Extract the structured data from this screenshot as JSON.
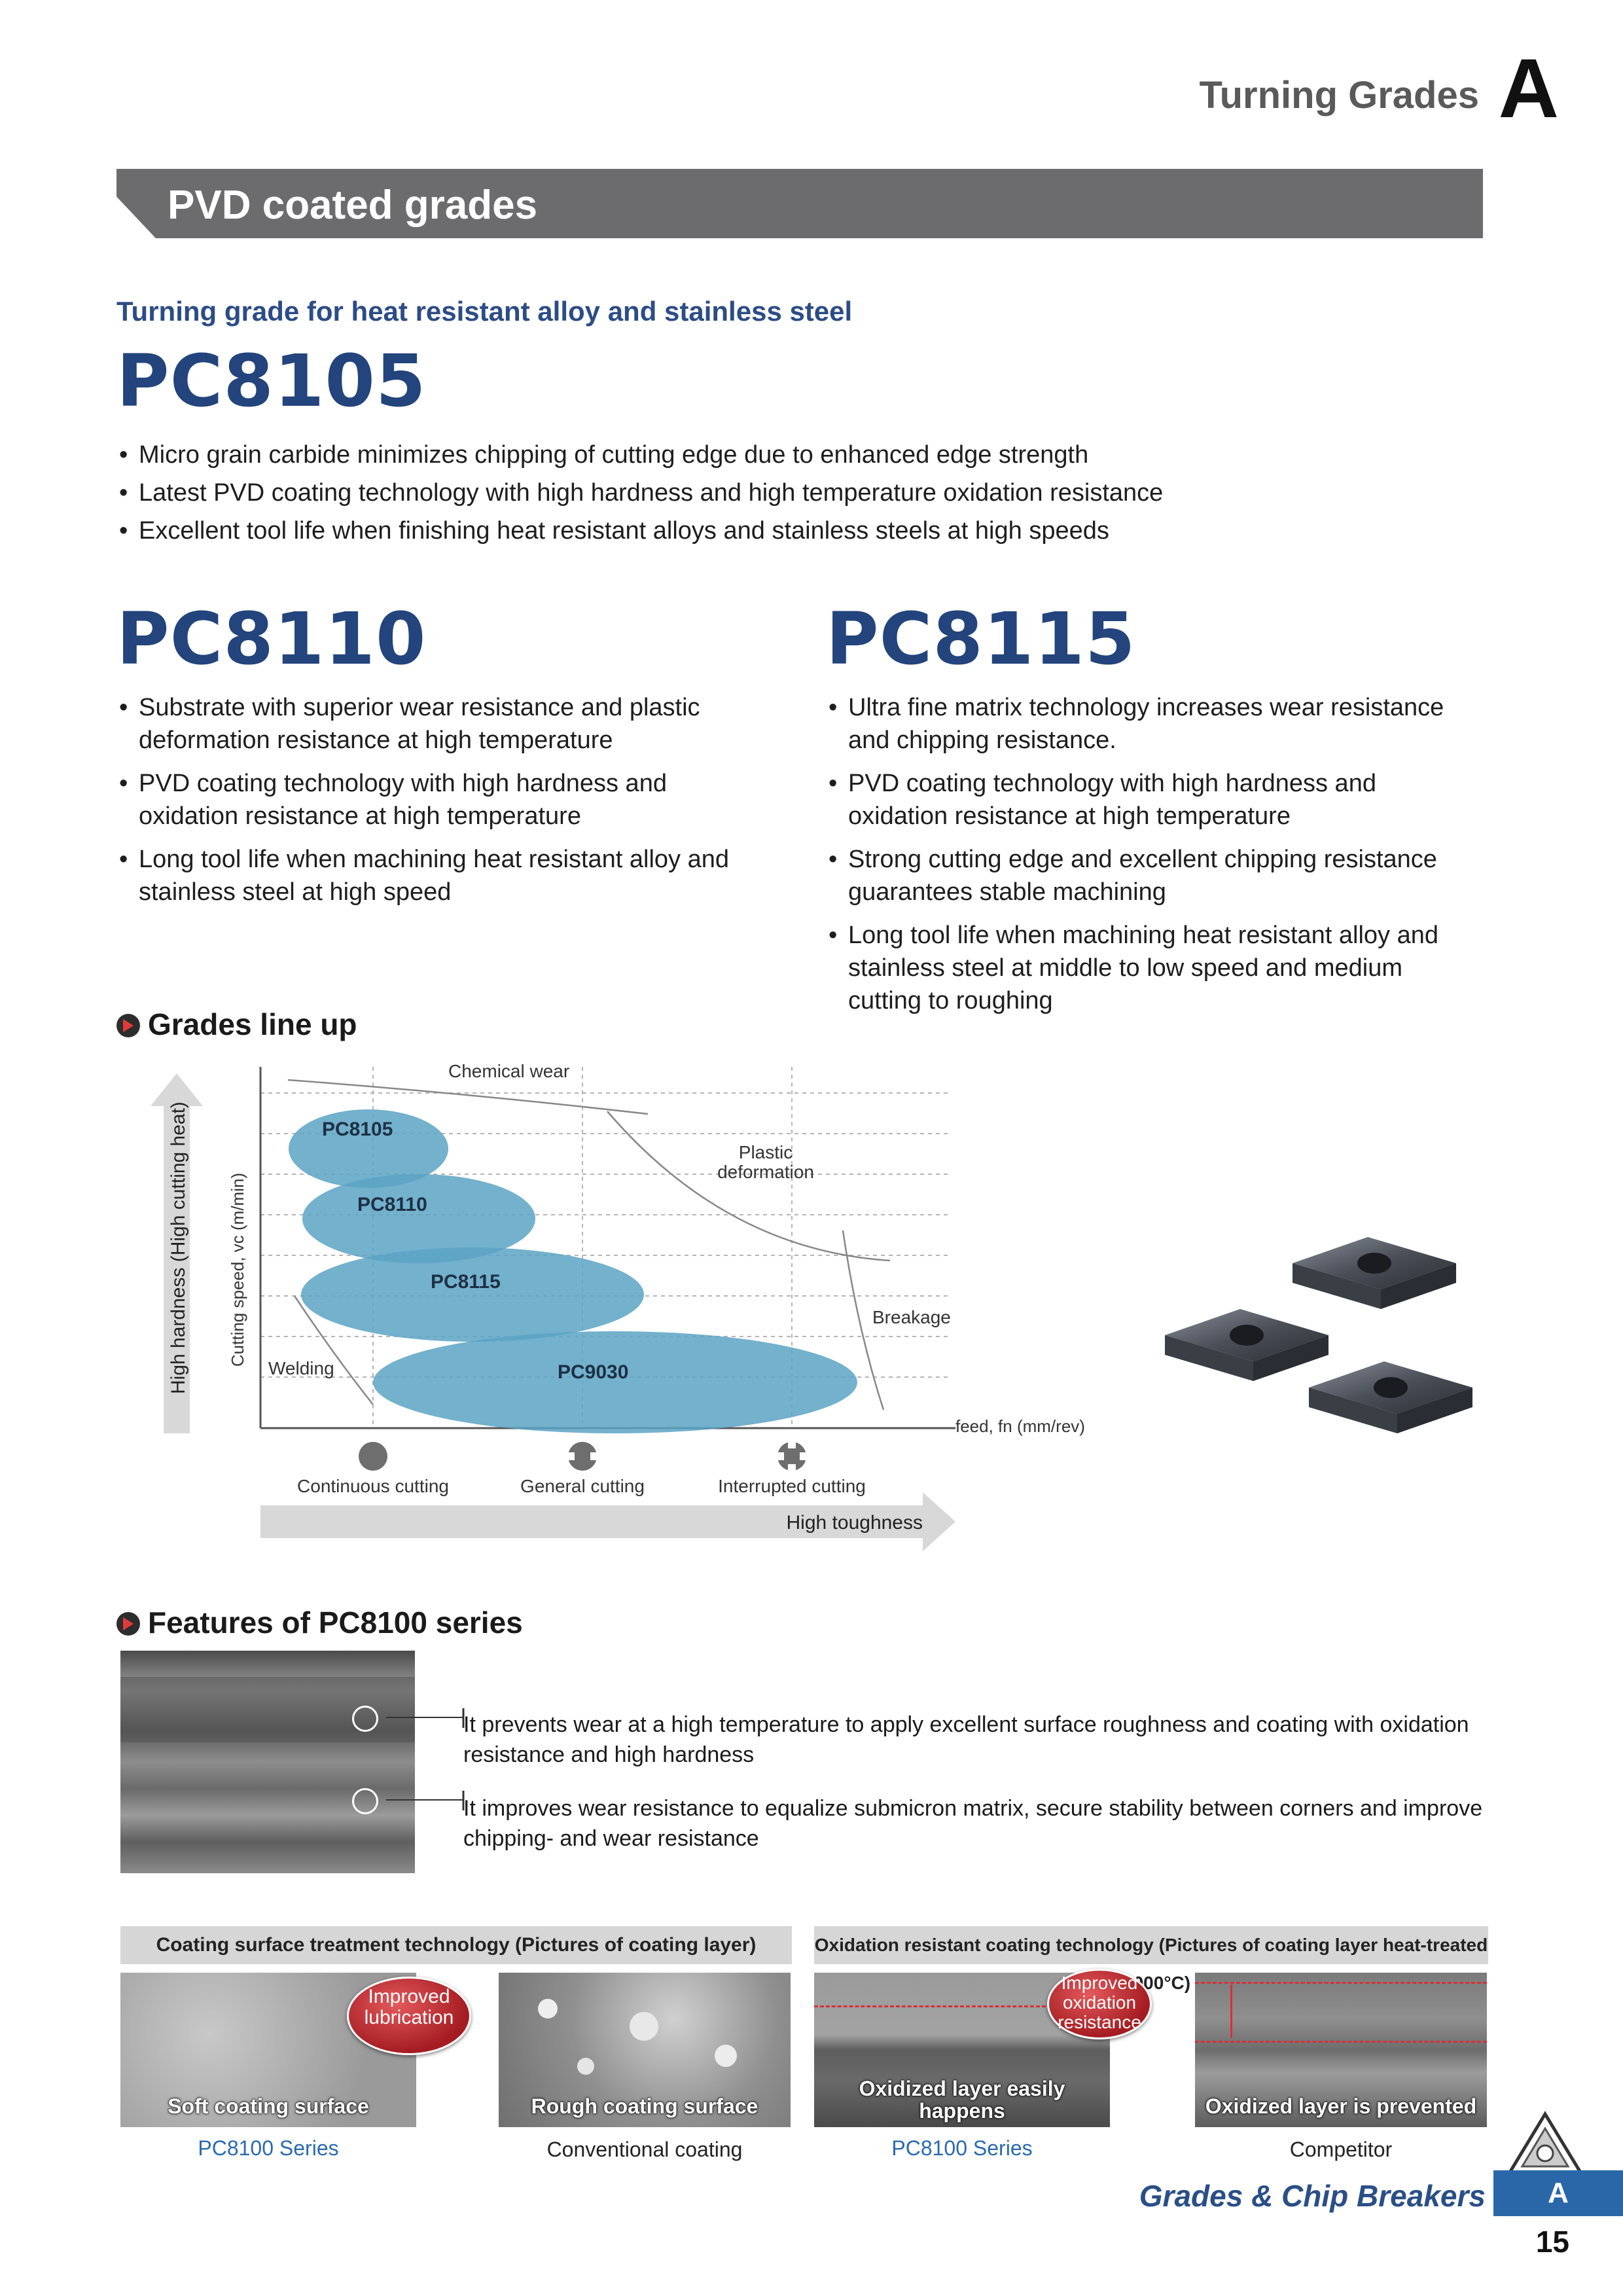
{
  "header": {
    "title": "Turning Grades",
    "letter": "A"
  },
  "section": {
    "title": "PVD coated grades"
  },
  "subtitle": "Turning grade for heat resistant alloy and stainless steel",
  "pc8105": {
    "name": "PC8105",
    "bullets": [
      "Micro grain carbide minimizes chipping of cutting edge due to enhanced edge strength",
      "Latest PVD coating technology with high hardness and high temperature oxidation resistance",
      "Excellent tool life when finishing heat resistant alloys and stainless steels at high speeds"
    ]
  },
  "pc8110": {
    "name": "PC8110",
    "bullets": [
      "Substrate with superior wear resistance and plastic deformation resistance at high temperature",
      "PVD coating technology with high hardness and oxidation resistance at high temperature",
      "Long tool life when machining heat resistant alloy and stainless steel at high speed"
    ]
  },
  "pc8115": {
    "name": "PC8115",
    "bullets": [
      "Ultra fine matrix technology increases wear resistance and chipping resistance.",
      "PVD coating technology with high hardness and oxidation resistance at high temperature",
      "Strong cutting edge and excellent chipping resistance guarantees stable machining",
      "Long tool life when machining heat resistant alloy and stainless steel at middle to low speed and medium cutting to roughing"
    ]
  },
  "lineup": {
    "heading": "Grades line up",
    "y_axis_outer": "High hardness (High cutting heat)",
    "y_axis_inner": "Cutting speed, vc (m/min)",
    "x_axis": "feed, fn (mm/rev)",
    "x_outer": "High toughness",
    "grades": [
      "PC8105",
      "PC8110",
      "PC8115",
      "PC9030"
    ],
    "curves": {
      "chemical": "Chemical wear",
      "plastic_1": "Plastic",
      "plastic_2": "deformation",
      "breakage": "Breakage",
      "welding": "Welding"
    },
    "cutting_types": [
      "Continuous cutting",
      "General cutting",
      "Interrupted cutting"
    ]
  },
  "features": {
    "heading": "Features of PC8100 series",
    "points": [
      "It prevents wear at a high temperature to apply excellent surface roughness and coating with oxidation resistance and high hardness",
      "It improves wear resistance to equalize submicron matrix, secure stability between corners and improve chipping- and wear resistance"
    ]
  },
  "tech": {
    "left_title": "Coating surface treatment technology (Pictures of coating layer)",
    "right_title": "Oxidation resistant coating technology (Pictures of coating layer heat-treated at 900°C)",
    "badge_left_1": "Improved",
    "badge_left_2": "lubrication",
    "badge_right_1": "Improved",
    "badge_right_2": "oxidation",
    "badge_right_3": "resistance",
    "photos": [
      {
        "label": "Soft coating surface",
        "caption": "PC8100 Series"
      },
      {
        "label": "Rough coating surface",
        "caption": "Conventional coating"
      },
      {
        "label_1": "Oxidized layer easily",
        "label_2": "happens",
        "caption": "PC8100 Series"
      },
      {
        "label": "Oxidized layer is prevented",
        "caption": "Competitor"
      }
    ]
  },
  "footer": {
    "title": "Grades & Chip Breakers",
    "letter": "A",
    "page": "15"
  },
  "colors": {
    "accent_blue": "#23447c",
    "section_gray": "#6c6c6e",
    "ellipse_blue": "#5ba3c4",
    "footer_blue": "#2a67a8"
  }
}
